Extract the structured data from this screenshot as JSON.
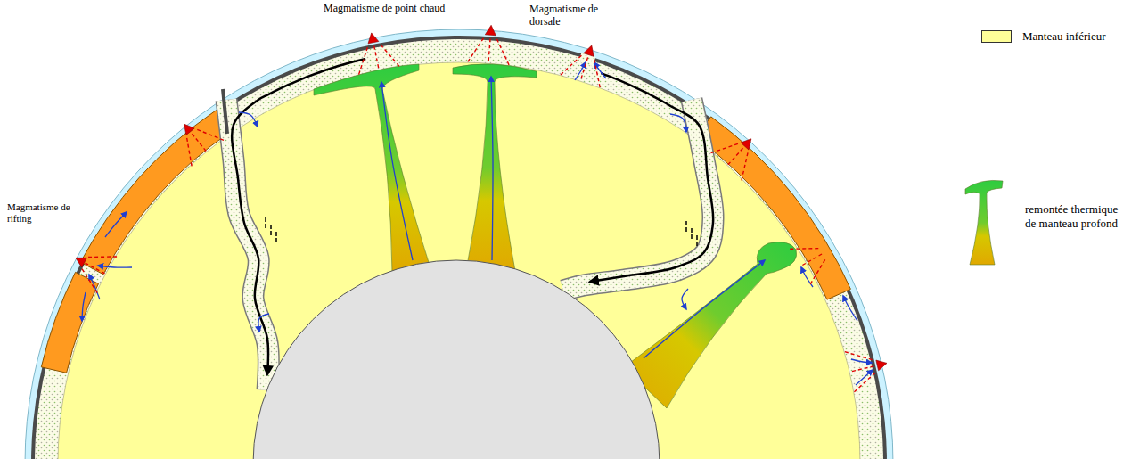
{
  "diagram": {
    "labels": [
      "Magmatisme de point chaud",
      "Magmatisme de dorsale",
      "Magmatisme de rifting"
    ],
    "legend": [
      {
        "text": "Manteau inférieur",
        "color": "#ffff99"
      },
      {
        "text": "remontée thermique de manteau profond"
      }
    ]
  }
}
